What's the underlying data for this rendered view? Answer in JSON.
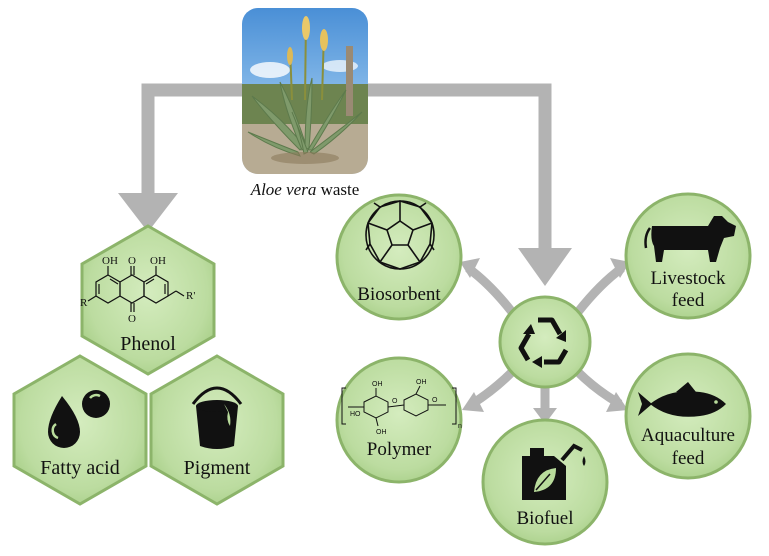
{
  "source": {
    "caption_italic": "Aloe vera",
    "caption_rest": " waste"
  },
  "hexagons": {
    "phenol": "Phenol",
    "fatty_acid": "Fatty acid",
    "pigment": "Pigment"
  },
  "circles": {
    "biosorbent": "Biosorbent",
    "livestock_line1": "Livestock",
    "livestock_line2": "feed",
    "polymer": "Polymer",
    "aquaculture_line1": "Aquaculture",
    "aquaculture_line2": "feed",
    "biofuel": "Biofuel"
  },
  "phenol_structure": {
    "oh_left": "OH",
    "oh_right": "OH",
    "o_top": "O",
    "o_bottom": "O",
    "r_left": "R",
    "r_right": "R'"
  },
  "polymer_structure": {
    "oh1": "OH",
    "oh2": "OH",
    "oh3": "OH",
    "ho": "HO",
    "o1": "O",
    "o2": "O",
    "sub_n": "n"
  },
  "colors": {
    "node_fill": "#b9dc9c",
    "node_border": "#8cb46a",
    "arrow": "#b3b3b3",
    "icon": "#111111"
  },
  "icons": [
    "plant-photo",
    "fullerene-icon",
    "cow-icon",
    "recycle-icon",
    "fish-icon",
    "fuel-can-icon",
    "oil-drop-icon",
    "paint-bucket-icon"
  ]
}
